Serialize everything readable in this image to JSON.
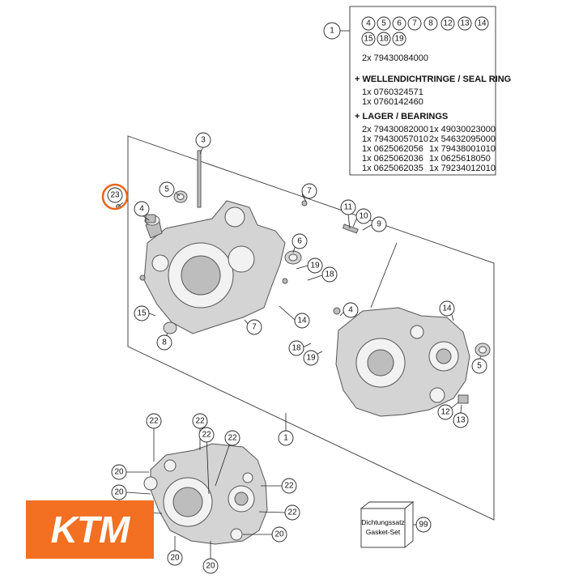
{
  "partlist": {
    "ref": "1",
    "subparts_row1": [
      "4",
      "5",
      "6",
      "7",
      "8",
      "12",
      "13",
      "14"
    ],
    "subparts_row2": [
      "15",
      "18",
      "19"
    ],
    "screw_line": "2x 79430084000",
    "seal_heading": "+ WELLENDICHTRINGE / SEAL RING",
    "seal_items": [
      "1x 0760324571",
      "1x 0760142460"
    ],
    "bearing_heading": "+ LAGER / BEARINGS",
    "bearings_left": [
      "2x 79430082000",
      "1x 79430057010",
      "1x 0625062056",
      "1x 0625062036",
      "1x 0625062035"
    ],
    "bearings_right": [
      "1x 49030023000",
      "2x 54632095000",
      "1x 79438001010",
      "1x 0625618050",
      "1x 79234012010"
    ]
  },
  "callouts": {
    "c1a": "1",
    "c1b": "1",
    "c3": "3",
    "c4a": "4",
    "c4b": "4",
    "c5a": "5",
    "c5b": "5",
    "c6": "6",
    "c7a": "7",
    "c7b": "7",
    "c8": "8",
    "c9": "9",
    "c10": "10",
    "c11": "11",
    "c12": "12",
    "c13": "13",
    "c14a": "14",
    "c14b": "14",
    "c15": "15",
    "c18a": "18",
    "c18b": "18",
    "c19a": "19",
    "c19b": "19",
    "c20a": "20",
    "c20b": "20",
    "c20c": "20",
    "c20d": "20",
    "c20e": "20",
    "c22a": "22",
    "c22b": "22",
    "c22c": "22",
    "c22d": "22",
    "c22e": "22",
    "c23": "23",
    "c99": "99"
  },
  "gasket_box": {
    "line1": "Dichtungssatz",
    "line2": "Gasket-Set"
  },
  "logo": {
    "text": "KTM",
    "color": "#f36f21"
  },
  "highlight_color": "#e8641c"
}
